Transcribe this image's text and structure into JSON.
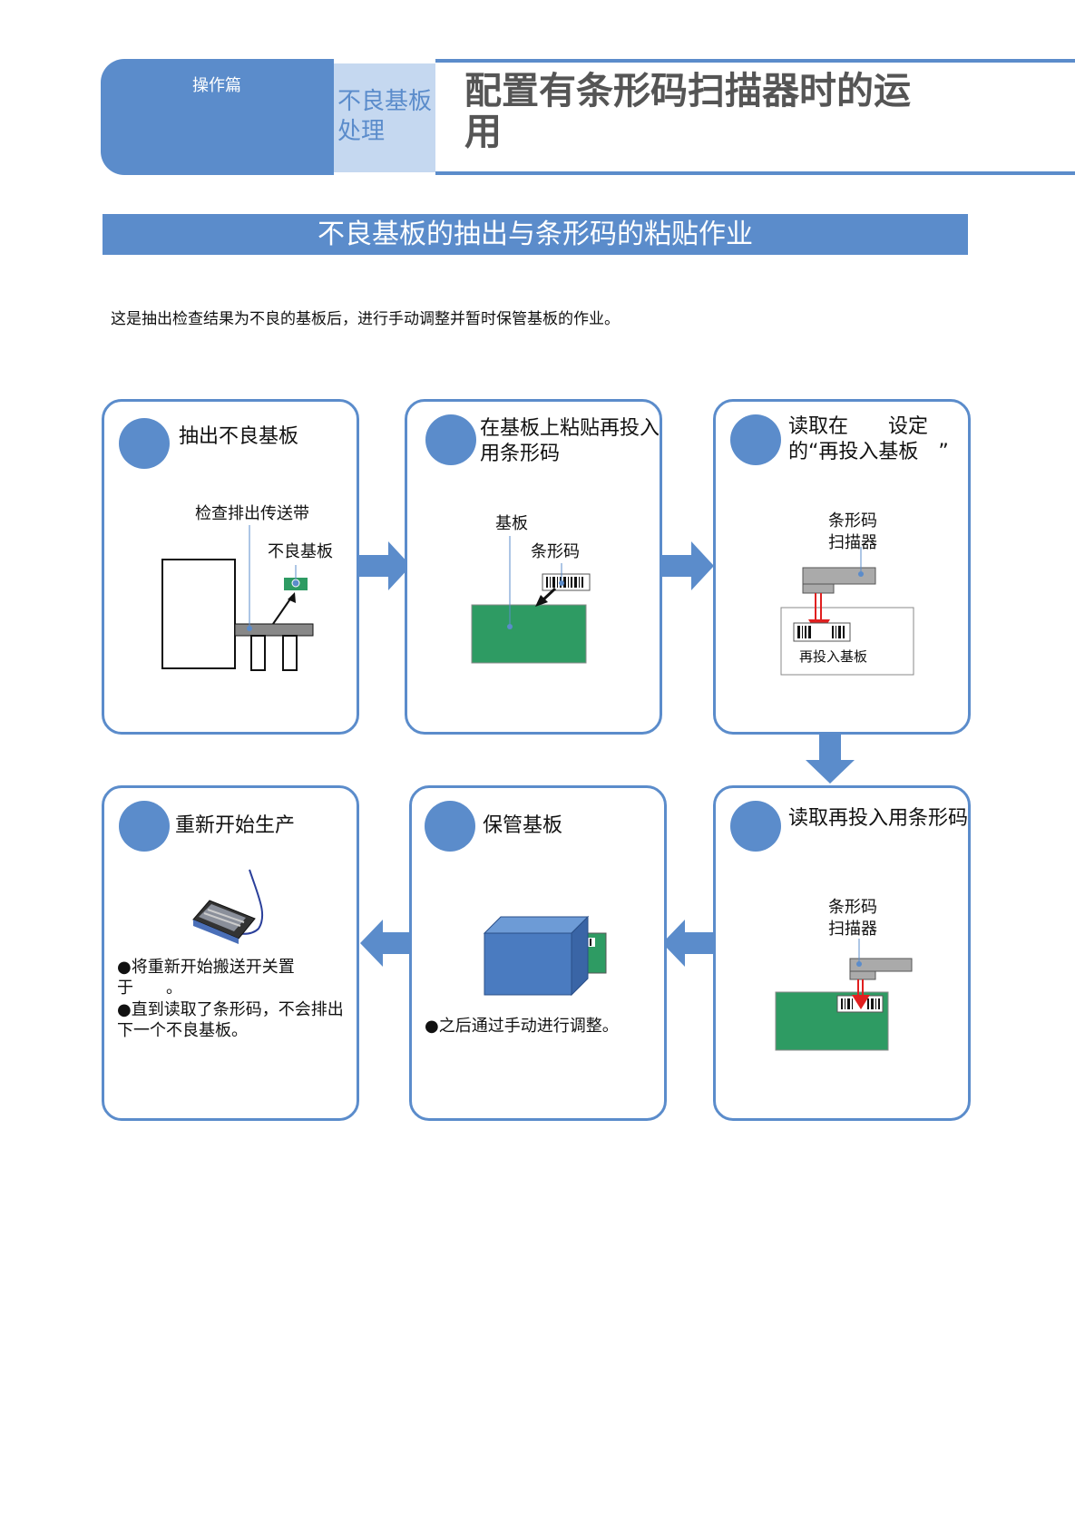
{
  "header": {
    "category": "操作篇",
    "subsection": "不良基板处理",
    "title": "配置有条形码扫描器时的运用"
  },
  "section_title": "不良基板的抽出与条形码的粘贴作业",
  "intro": "这是抽出检查结果为不良的基板后，进行手动调整并暂时保管基板的作业。",
  "steps": [
    {
      "title": "抽出不良基板",
      "labels": [
        "检查排出传送带",
        "不良基板"
      ]
    },
    {
      "title": "在基板上粘贴再投入用条形码",
      "labels": [
        "基板",
        "条形码"
      ]
    },
    {
      "title": "读取在　　设定的“再投入基板　”",
      "labels": [
        "条形码扫描器",
        "再投入基板"
      ]
    },
    {
      "title": "读取再投入用条形码",
      "labels": [
        "条形码扫描器"
      ]
    },
    {
      "title": "保管基板",
      "notes": [
        "●之后通过手动进行调整。"
      ]
    },
    {
      "title": "重新开始生产",
      "notes": [
        "●将重新开始搬送开关置于　　。",
        "●直到读取了条形码，不会排出下一个不良基板。"
      ]
    }
  ],
  "colors": {
    "accent": "#5b8ccb",
    "accent_light": "#c5d8f0",
    "board_green": "#2e9b63",
    "arrow_red": "#e02020",
    "box_blue": "#4a7bc0"
  },
  "icons": [
    "arrow-right-icon",
    "arrow-down-icon",
    "arrow-left-icon",
    "barcode-icon",
    "foot-switch-icon"
  ]
}
